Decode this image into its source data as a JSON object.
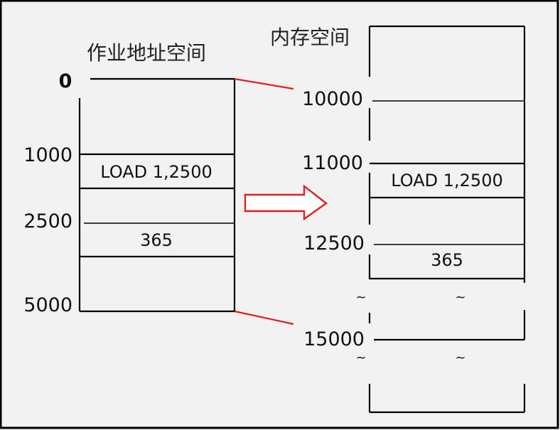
{
  "colors": {
    "background": "#f2f2f2",
    "frame": "#000000",
    "line": "#000000",
    "mapping_line": "#e02020",
    "arrow_stroke": "#e02020",
    "arrow_fill": "#ffffff"
  },
  "job_space": {
    "title": "作业地址空间",
    "addresses": {
      "a0": "0",
      "a1000": "1000",
      "a2500": "2500",
      "a5000": "5000"
    },
    "cells": {
      "load": "LOAD 1,2500",
      "value": "365"
    }
  },
  "memory_space": {
    "title": "内存空间",
    "addresses": {
      "a10000": "10000",
      "a11000": "11000",
      "a12500": "12500",
      "a15000": "15000"
    },
    "cells": {
      "load": "LOAD 1,2500",
      "value": "365"
    },
    "gap_marks": {
      "mark1": "~",
      "mark2": "~",
      "mark3": "~",
      "mark4": "~"
    }
  }
}
